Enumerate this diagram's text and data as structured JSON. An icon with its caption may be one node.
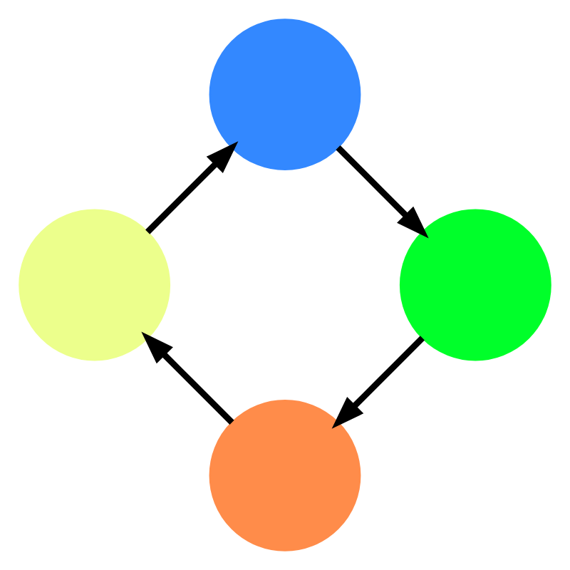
{
  "diagram": {
    "nodes": [
      {
        "text": [],
        "shape": "circle"
      },
      {
        "text": [],
        "shape": "circle"
      },
      {
        "text": [],
        "shape": "circle"
      },
      {
        "text": [],
        "shape": "circle"
      }
    ],
    "edges": [
      {
        "from": 1,
        "to": 0,
        "arrow": "to"
      },
      {
        "from": 0,
        "to": 2,
        "arrow": "to"
      },
      {
        "from": 2,
        "to": 3,
        "arrow": "to"
      },
      {
        "from": 3,
        "to": 1,
        "arrow": "to"
      }
    ]
  }
}
